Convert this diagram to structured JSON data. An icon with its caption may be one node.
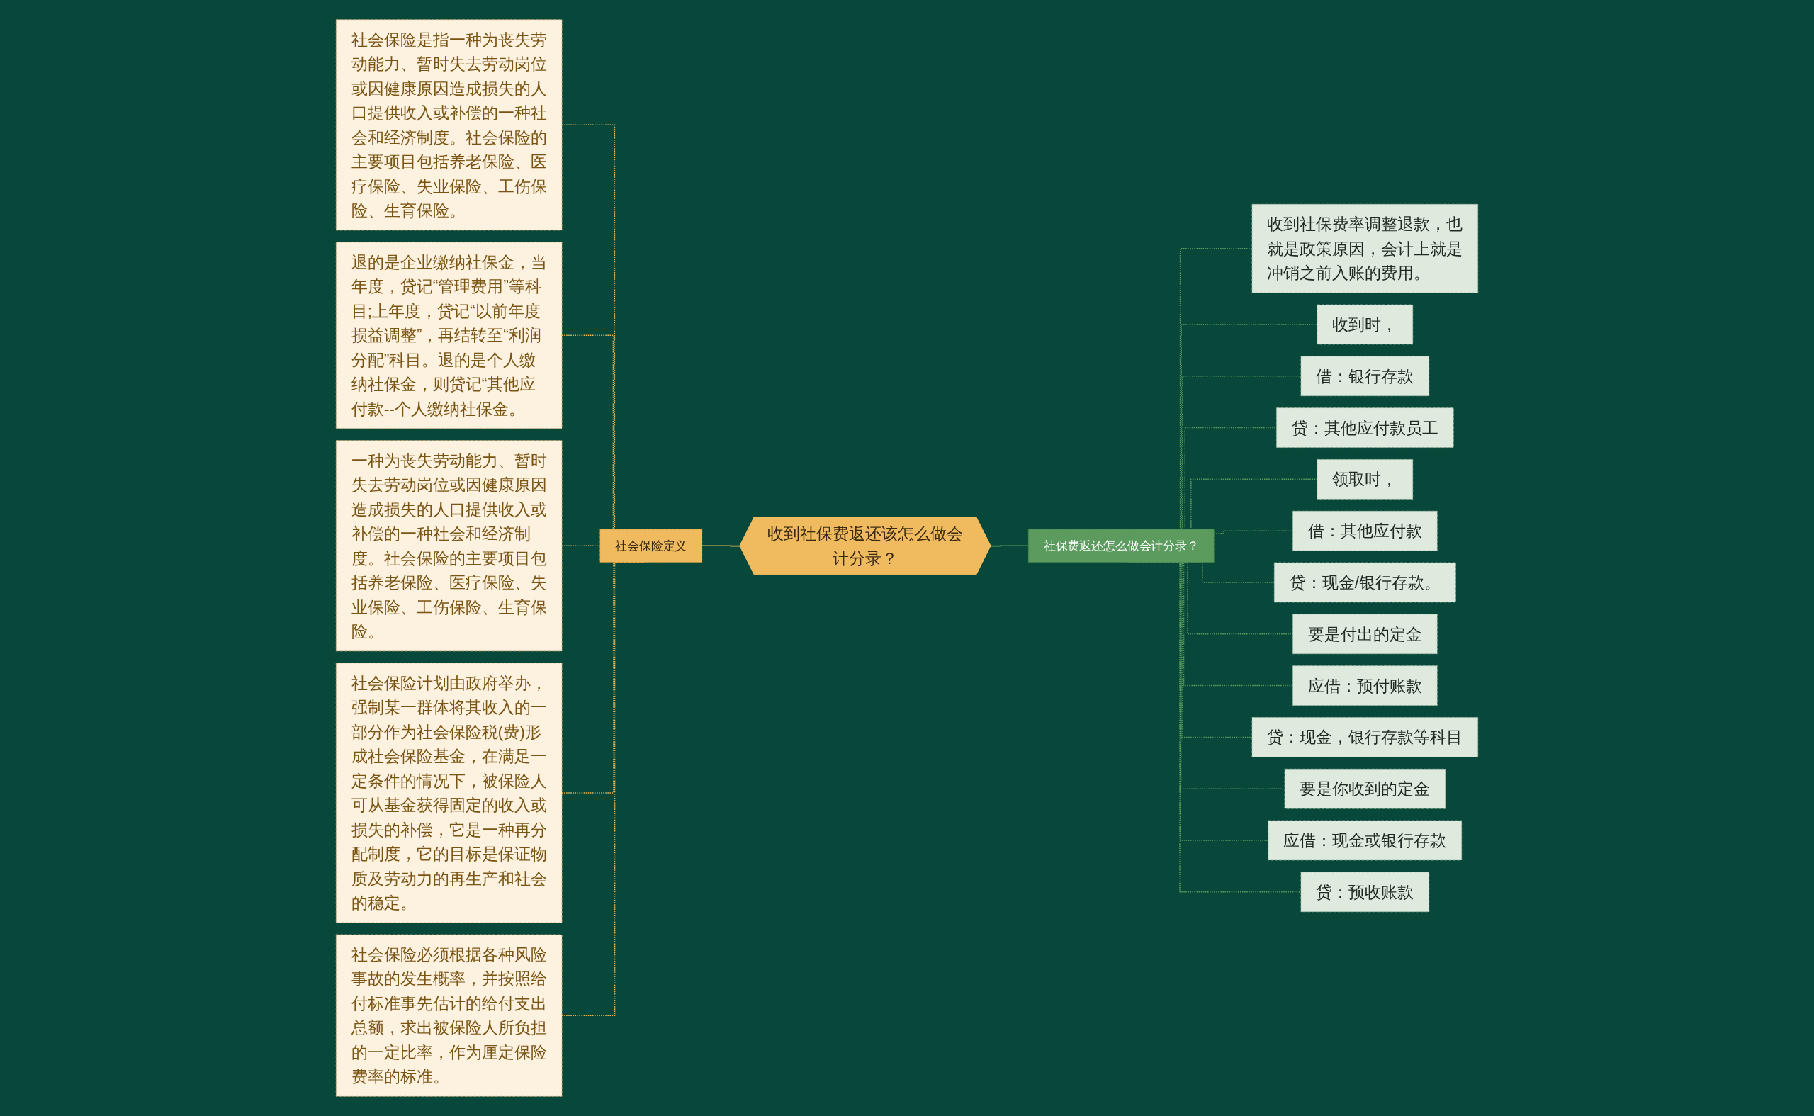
{
  "diagram": {
    "nodes": [
      {
        "text": [
          "收到社保费返还该怎么做会计分录？"
        ]
      },
      {
        "text": [
          "社会保险定义"
        ]
      },
      {
        "text": [
          "社会保险是指一种为丧失劳动能力、暂时失去劳动岗位或因健康原因造成损失的人口提供收入或补偿的一种社会和经济制度。社会保险的主要项目包括养老保险、医疗保险、失业保险、工伤保险、生育保险。"
        ]
      },
      {
        "text": [
          "退的是企业缴纳社保金，当年度，贷记“管理费用”等科目;上年度，贷记“以前年度损益调整”，再结转至“利润分配”科目。退的是个人缴纳社保金，则贷记“其他应付款--个人缴纳社保金。"
        ]
      },
      {
        "text": [
          "一种为丧失劳动能力、暂时失去劳动岗位或因健康原因造成损失的人口提供收入或补偿的一种社会和经济制度。社会保险的主要项目包括养老保险、医疗保险、失业保险、工伤保险、生育保险。"
        ]
      },
      {
        "text": [
          "社会保险计划由政府举办，强制某一群体将其收入的一部分作为社会保险税(费)形成社会保险基金，在满足一定条件的情况下，被保险人可从基金获得固定的收入或损失的补偿，它是一种再分配制度，它的目标是保证物质及劳动力的再生产和社会的稳定。"
        ]
      },
      {
        "text": [
          "社会保险必须根据各种风险事故的发生概率，并按照给付标准事先估计的给付支出总额，求出被保险人所负担的一定比率，作为厘定保险费率的标准。"
        ]
      },
      {
        "text": [
          "社保费返还怎么做会计分录？"
        ]
      },
      {
        "text": [
          "收到社保费率调整退款，也就是政策原因，会计上就是冲销之前入账的费用。"
        ]
      },
      {
        "text": [
          "收到时，"
        ]
      },
      {
        "text": [
          "借：银行存款"
        ]
      },
      {
        "text": [
          "贷：其他应付款员工"
        ]
      },
      {
        "text": [
          "领取时，"
        ]
      },
      {
        "text": [
          "借：其他应付款"
        ]
      },
      {
        "text": [
          "贷：现金/银行存款。"
        ]
      },
      {
        "text": [
          "要是付出的定金"
        ]
      },
      {
        "text": [
          "应借：预付账款"
        ]
      },
      {
        "text": [
          "贷：现金，银行存款等科目"
        ]
      },
      {
        "text": [
          "要是你收到的定金"
        ]
      },
      {
        "text": [
          "应借：现金或银行存款"
        ]
      },
      {
        "text": [
          "贷：预收账款"
        ]
      }
    ],
    "edges": [
      {
        "from": 1,
        "to": 0,
        "arrow": "none",
        "color": "#e8b75c"
      },
      {
        "from": 2,
        "to": 1,
        "arrow": "none",
        "style": "dashed",
        "color": "#e8b75c"
      },
      {
        "from": 3,
        "to": 1,
        "arrow": "none",
        "style": "dashed",
        "color": "#e8b75c"
      },
      {
        "from": 4,
        "to": 1,
        "arrow": "none",
        "style": "dashed",
        "color": "#e8b75c"
      },
      {
        "from": 5,
        "to": 1,
        "arrow": "none",
        "style": "dashed",
        "color": "#e8b75c"
      },
      {
        "from": 6,
        "to": 1,
        "arrow": "none",
        "style": "dashed",
        "color": "#e8b75c"
      },
      {
        "from": 0,
        "to": 7,
        "arrow": "none"
      },
      {
        "from": 7,
        "to": 8,
        "arrow": "none",
        "style": "dashed"
      },
      {
        "from": 7,
        "to": 9,
        "arrow": "none",
        "style": "dashed"
      },
      {
        "from": 7,
        "to": 10,
        "arrow": "none",
        "style": "dashed"
      },
      {
        "from": 7,
        "to": 11,
        "arrow": "none",
        "style": "dashed"
      },
      {
        "from": 7,
        "to": 12,
        "arrow": "none",
        "style": "dashed"
      },
      {
        "from": 7,
        "to": 13,
        "arrow": "none",
        "style": "dashed"
      },
      {
        "from": 7,
        "to": 14,
        "arrow": "none",
        "style": "dashed"
      },
      {
        "from": 7,
        "to": 15,
        "arrow": "none",
        "style": "dashed"
      },
      {
        "from": 7,
        "to": 16,
        "arrow": "none",
        "style": "dashed"
      },
      {
        "from": 7,
        "to": 17,
        "arrow": "none",
        "style": "dashed"
      },
      {
        "from": 7,
        "to": 18,
        "arrow": "none",
        "style": "dashed"
      },
      {
        "from": 7,
        "to": 19,
        "arrow": "none",
        "style": "dashed"
      },
      {
        "from": 7,
        "to": 20,
        "arrow": "none",
        "style": "dashed"
      }
    ]
  }
}
